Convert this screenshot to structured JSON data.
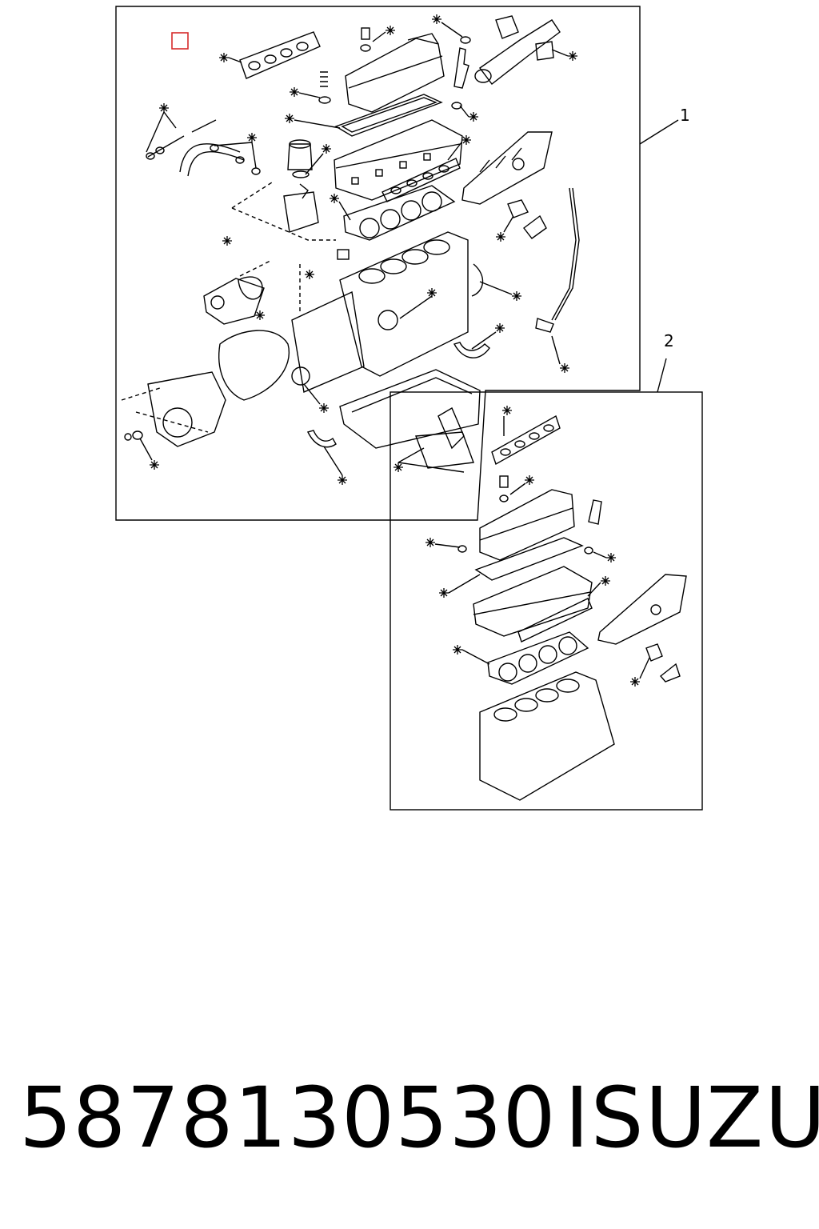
{
  "callouts": {
    "main": "1",
    "sub": "2"
  },
  "marker_symbol": "※",
  "footer": {
    "part_number": "5878130530",
    "brand": "ISUZU"
  },
  "colors": {
    "line": "#000000",
    "marker": "#d62b2b",
    "background": "#ffffff"
  },
  "icons": {
    "kit_marker": "square-outline-icon",
    "kit_item": "asterisk-icon"
  }
}
